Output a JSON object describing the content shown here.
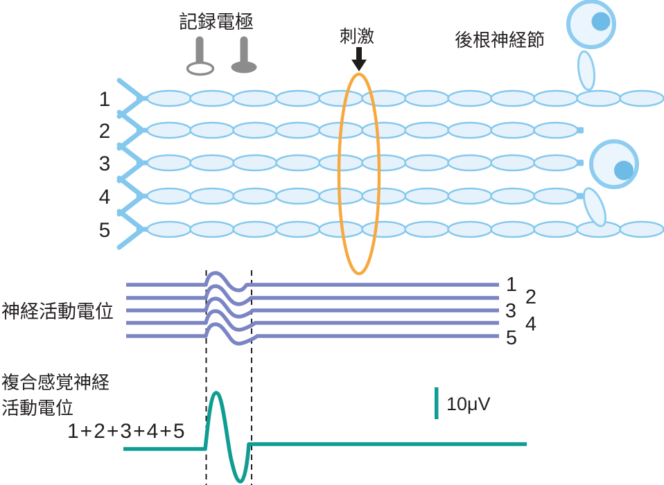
{
  "labels": {
    "recording_electrode": "記録電極",
    "stimulus": "刺激",
    "dorsal_root_ganglion": "後根神経節",
    "nerve_action_potential": "神経活動電位",
    "compound_line1": "複合感覚神経",
    "compound_line2": "活動電位",
    "sum": "1+2+3+4+5",
    "scale": "10μV"
  },
  "fibers": {
    "numbers": [
      "1",
      "2",
      "3",
      "4",
      "5"
    ]
  },
  "traces": {
    "numbers": [
      "1",
      "2",
      "3",
      "4",
      "5"
    ]
  },
  "colors": {
    "fiber_fill": "#e6f2fb",
    "fiber_stroke": "#85c8ed",
    "cell_fill": "#eaf5fd",
    "cell_stroke": "#8ecdf0",
    "nucleus": "#6fbbe8",
    "trace_purple": "#7b85c3",
    "trace_teal": "#0f9d93",
    "stimulus_orange": "#f6a940",
    "electrode_gray": "#8c8c8c",
    "text_dark": "#231f20",
    "dash_black": "#1f1c1c"
  }
}
